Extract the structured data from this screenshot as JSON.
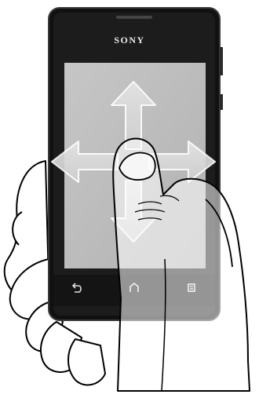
{
  "device": {
    "brand": "SONY",
    "nav_keys": [
      {
        "name": "back-key-icon"
      },
      {
        "name": "home-key-icon"
      },
      {
        "name": "menu-key-icon"
      }
    ]
  },
  "gesture": {
    "type": "drag",
    "directions": [
      "up",
      "down",
      "left",
      "right"
    ],
    "icons": [
      "arrow-up-icon",
      "arrow-down-icon",
      "arrow-left-icon",
      "arrow-right-icon",
      "hand-icon"
    ]
  },
  "colors": {
    "phone_body": "#111111",
    "phone_edge": "#3a3a3a",
    "screen": "#bdbdbd",
    "arrows": "#d6d6d6",
    "hand_fill": "#ffffff",
    "hand_outline": "#000000"
  }
}
